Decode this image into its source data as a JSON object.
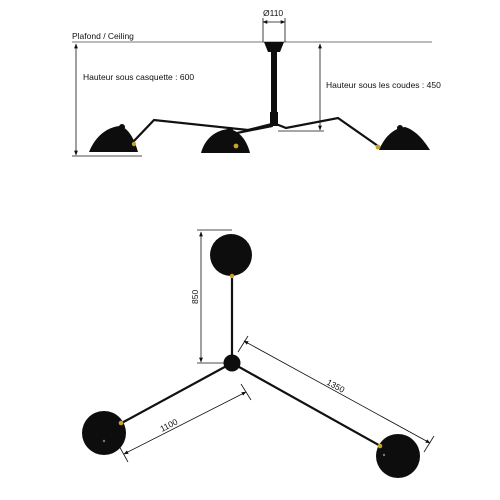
{
  "side_view": {
    "ceiling_label": "Plafond / Ceiling",
    "diameter_label": "Ø110",
    "height_shade_label": "Hauteur sous casquette : 600",
    "height_elbow_label": "Hauteur sous les coudes : 450"
  },
  "top_view": {
    "dim_850": "850",
    "dim_1350": "1350",
    "dim_1100": "1100"
  },
  "colors": {
    "lamp": "#0d0d0d",
    "joint": "#c9a227",
    "line": "#111111"
  }
}
